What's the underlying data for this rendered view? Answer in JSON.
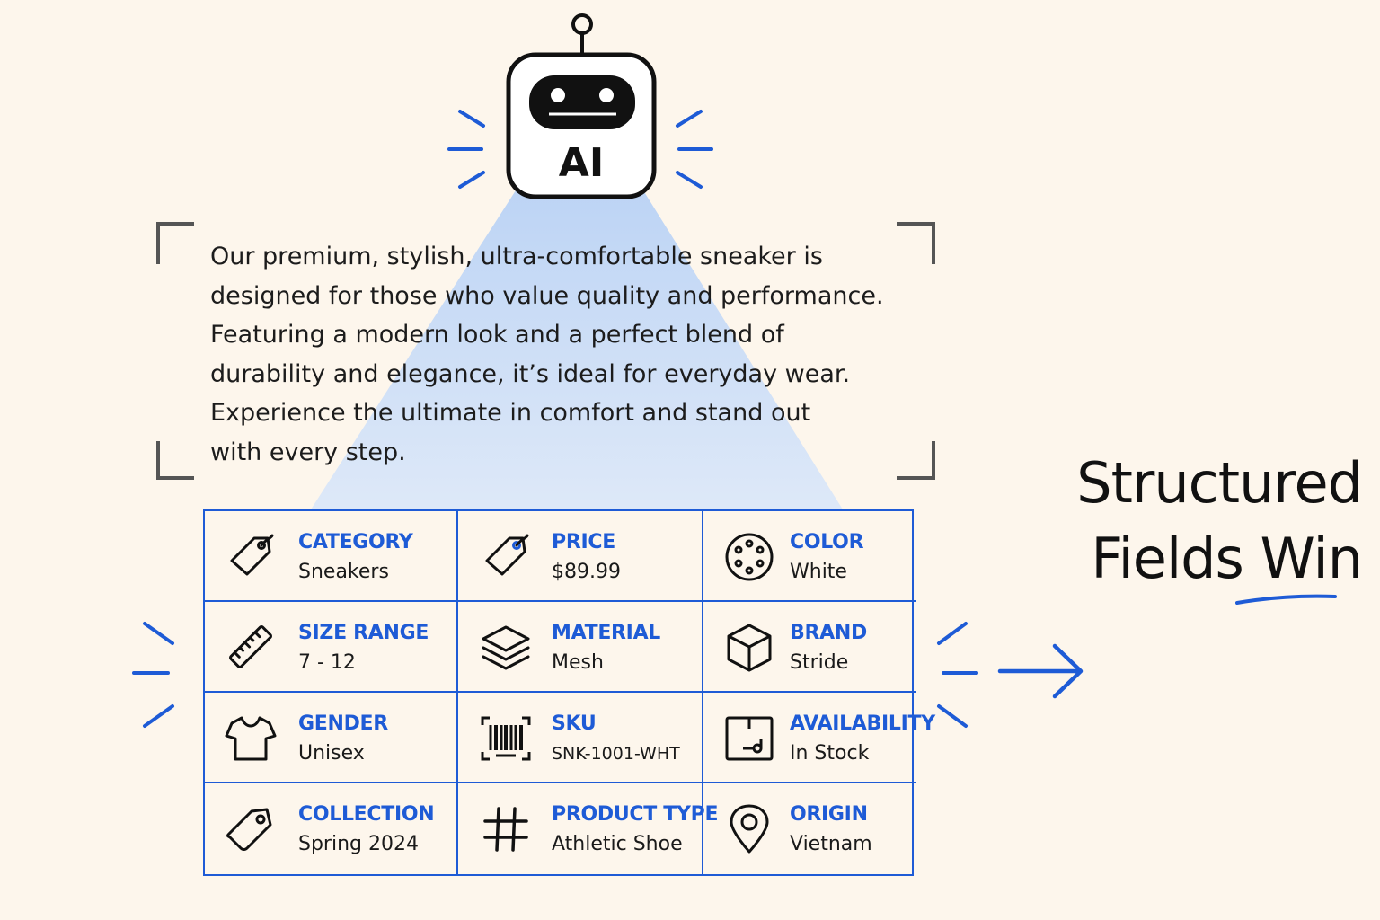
{
  "robot": {
    "label": "AI"
  },
  "description": {
    "lines": [
      "Our premium, stylish, ultra-comfortable sneaker is",
      "designed for those who value quality and performance.",
      "Featuring a modern look and a perfect blend of",
      "durability and elegance, it’s ideal for everyday wear.",
      "Experience the ultimate in comfort and stand out",
      "with every step."
    ]
  },
  "fields": [
    {
      "label": "CATEGORY",
      "value": "Sneakers",
      "icon": "tag-icon"
    },
    {
      "label": "PRICE",
      "value": "$89.99",
      "icon": "price-tag-icon"
    },
    {
      "label": "COLOR",
      "value": "White",
      "icon": "palette-icon"
    },
    {
      "label": "SIZE RANGE",
      "value": "7 - 12",
      "icon": "ruler-icon"
    },
    {
      "label": "MATERIAL",
      "value": "Mesh",
      "icon": "layers-icon"
    },
    {
      "label": "BRAND",
      "value": "Stride",
      "icon": "box-icon"
    },
    {
      "label": "GENDER",
      "value": "Unisex",
      "icon": "t-shirt-icon"
    },
    {
      "label": "SKU",
      "value": "SNK-1001-WHT",
      "icon": "barcode-icon"
    },
    {
      "label": "AVAILABILITY",
      "value": "In Stock",
      "icon": "package-icon"
    },
    {
      "label": "COLLECTION",
      "value": "Spring 2024",
      "icon": "label-icon"
    },
    {
      "label": "PRODUCT TYPE",
      "value": "Athletic Shoe",
      "icon": "hash-icon"
    },
    {
      "label": "ORIGIN",
      "value": "Vietnam",
      "icon": "map-pin-icon"
    }
  ],
  "headline": {
    "line1": "Structured",
    "line2": "Fields Win"
  },
  "colors": {
    "accent": "#1e5bd6",
    "beam": "#cfe0f8",
    "ink": "#111111",
    "background": "#fdf6ec"
  }
}
